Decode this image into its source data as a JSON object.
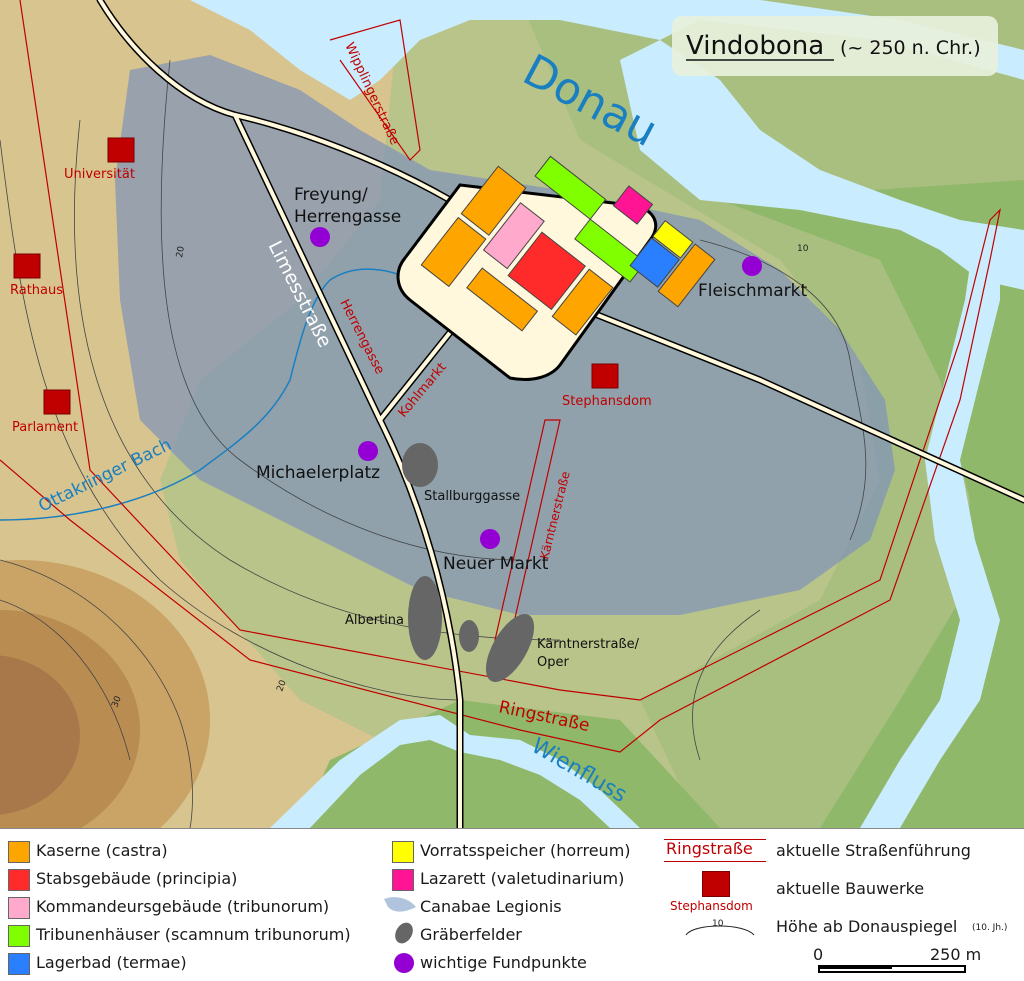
{
  "title": {
    "main": "Vindobona",
    "sub": "(~ 250 n. Chr.)"
  },
  "water": {
    "donau": "Donau",
    "wienfluss": "Wienfluss",
    "ottakringer_bach": "Ottakringer Bach"
  },
  "roads": {
    "limesstrasse": "Limesstraße",
    "herrengasse": "Herrengasse",
    "kohlmarkt": "Kohlmarkt",
    "wipplingerstrasse": "Wipplingerstraße",
    "kaerntnerstrasse": "Kärntnerstraße",
    "ringstrasse": "Ringstraße"
  },
  "buildings": [
    {
      "name": "Universität"
    },
    {
      "name": "Rathaus"
    },
    {
      "name": "Parlament"
    },
    {
      "name": "Stephansdom"
    }
  ],
  "finds": [
    {
      "name": "Freyung/",
      "name2": "Herrengasse"
    },
    {
      "name": "Fleischmarkt"
    },
    {
      "name": "Michaelerplatz"
    },
    {
      "name": "Neuer Markt"
    }
  ],
  "graves": {
    "stallburggasse": "Stallburggasse",
    "albertina": "Albertina",
    "kaerntnerstrasse_oper_1": "Kärntnerstraße/",
    "kaerntnerstrasse_oper_2": "Oper"
  },
  "contours": {
    "c10": "10",
    "c20a": "20",
    "c20b": "20",
    "c30": "30"
  },
  "colors": {
    "kaserne": "#ffa500",
    "stabsgebaeude": "#ff2a2a",
    "kommandeur": "#ffaacc",
    "tribunen": "#80ff00",
    "lagerbad": "#2a7fff",
    "vorrat": "#ffff00",
    "lazarett": "#ff1493",
    "canabae": "#b0c4de",
    "graeber": "#666666",
    "fund": "#9400d3",
    "bauwerk": "#c00000",
    "ringstrasse": "#c00000"
  },
  "legend": {
    "kaserne": "Kaserne (castra)",
    "stabsgebaeude": "Stabsgebäude (principia)",
    "kommandeur": "Kommandeursgebäude (tribunorum)",
    "tribunen": "Tribunenhäuser (scamnum tribunorum)",
    "lagerbad": "Lagerbad (termae)",
    "vorrat": "Vorratsspeicher (horreum)",
    "lazarett": "Lazarett (valetudinarium)",
    "canabae": "Canabae Legionis",
    "graeber": "Gräberfelder",
    "fund": "wichtige Fundpunkte",
    "ring_sample": "Ringstraße",
    "ring_desc": "aktuelle Straßenführung",
    "bau_sample": "Stephansdom",
    "bau_desc": "aktuelle Bauwerke",
    "hoehe_desc": "Höhe ab Donauspiegel",
    "hoehe_note": "(10. Jh.)",
    "contour_sample": "10",
    "scale_zero": "0",
    "scale_end": "250 m"
  }
}
